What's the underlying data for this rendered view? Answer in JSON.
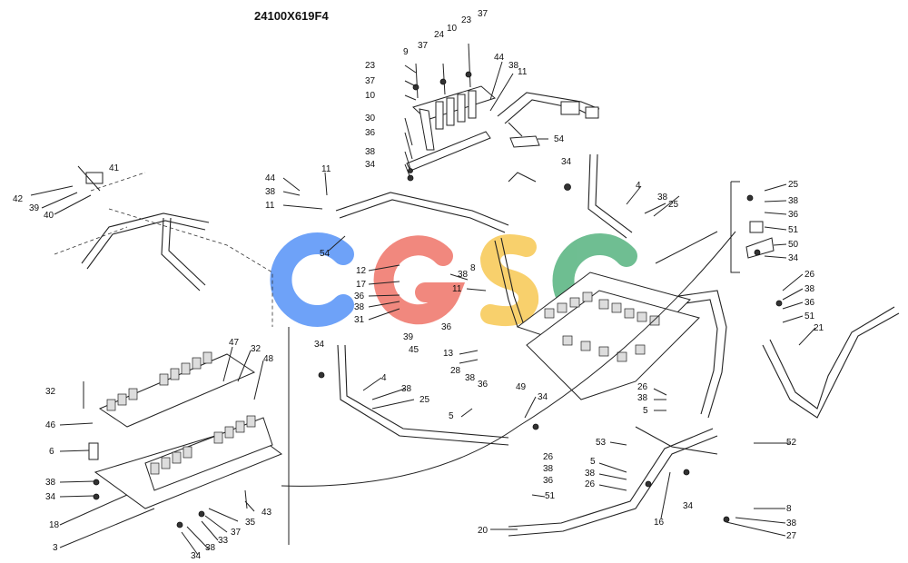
{
  "drawing": {
    "code": "24100X619F4",
    "watermark": "CGSC",
    "watermark_colors": [
      "#4f8ef7",
      "#ef6e62",
      "#f7c64d",
      "#4fb07a"
    ]
  },
  "callouts": {
    "top_group": [
      "23",
      "37",
      "10",
      "30",
      "36",
      "38",
      "34",
      "9",
      "37",
      "24",
      "10",
      "23",
      "37",
      "44",
      "38",
      "11",
      "54"
    ],
    "upper_left": [
      "41",
      "42",
      "39",
      "40"
    ],
    "middle": [
      "44",
      "38",
      "11",
      "11",
      "54",
      "12",
      "17",
      "36",
      "38",
      "31",
      "36",
      "39",
      "45",
      "38",
      "11",
      "8",
      "34"
    ],
    "right_group": [
      "4",
      "38",
      "25",
      "25",
      "38",
      "36",
      "51",
      "50",
      "34",
      "26",
      "38",
      "36",
      "51",
      "21"
    ],
    "left_block": [
      "47",
      "32",
      "48",
      "32",
      "46",
      "6",
      "38",
      "34",
      "18",
      "3",
      "43",
      "35",
      "37",
      "33",
      "38",
      "34"
    ],
    "lower_middle": [
      "34",
      "4",
      "38",
      "25",
      "28",
      "38",
      "36",
      "5",
      "13",
      "49",
      "34"
    ],
    "lower_right": [
      "26",
      "38",
      "5",
      "53",
      "52",
      "5",
      "38",
      "26",
      "34",
      "16",
      "26",
      "38",
      "36",
      "51",
      "20",
      "8",
      "38",
      "27"
    ]
  }
}
